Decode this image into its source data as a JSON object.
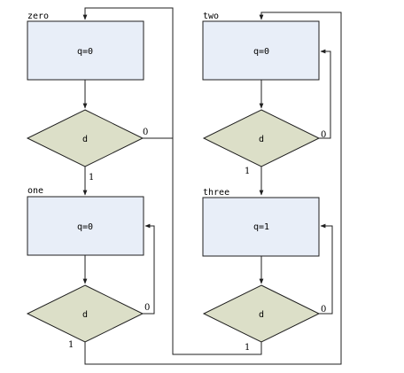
{
  "states": [
    {
      "id": "zero",
      "name": "zero",
      "output": "q=0",
      "condition": "d",
      "yes": "1",
      "no": "0"
    },
    {
      "id": "one",
      "name": "one",
      "output": "q=0",
      "condition": "d",
      "yes": "1",
      "no": "0"
    },
    {
      "id": "two",
      "name": "two",
      "output": "q=0",
      "condition": "d",
      "yes": "1",
      "no": "0"
    },
    {
      "id": "three",
      "name": "three",
      "output": "q=1",
      "condition": "d",
      "yes": "1",
      "no": "0"
    }
  ],
  "colors": {
    "state_fill": "#e8eef8",
    "decision_fill": "#dcdfc8",
    "line": "#1f1f1f"
  }
}
